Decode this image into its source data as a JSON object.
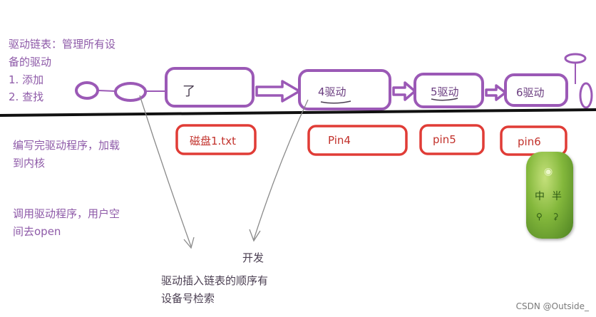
{
  "notes": {
    "driver_list": "驱动链表：管理所有设\n备的驱动\n1. 添加\n2. 查找",
    "compile_load": "编写完驱动程序，加载\n到内核",
    "call_open": "调用驱动程序，用户空\n间去open",
    "dev": "开发",
    "insert_order": "驱动插入链表的顺序有\n设备号检索"
  },
  "nodes": {
    "first": "了",
    "n4": "4驱动",
    "n5": "5驱动",
    "n6": "6驱动"
  },
  "red_boxes": {
    "disk": "磁盘1.txt",
    "pin4": "Pin4",
    "pin5": "pin5",
    "pin6": "pin6"
  },
  "widget": {
    "top": "◉",
    "mid": "中半",
    "bot": "⚲⚳"
  },
  "watermark": "CSDN @Outside_",
  "colors": {
    "purple": "#9b59b6",
    "red": "#e03c36",
    "black": "#111111"
  }
}
